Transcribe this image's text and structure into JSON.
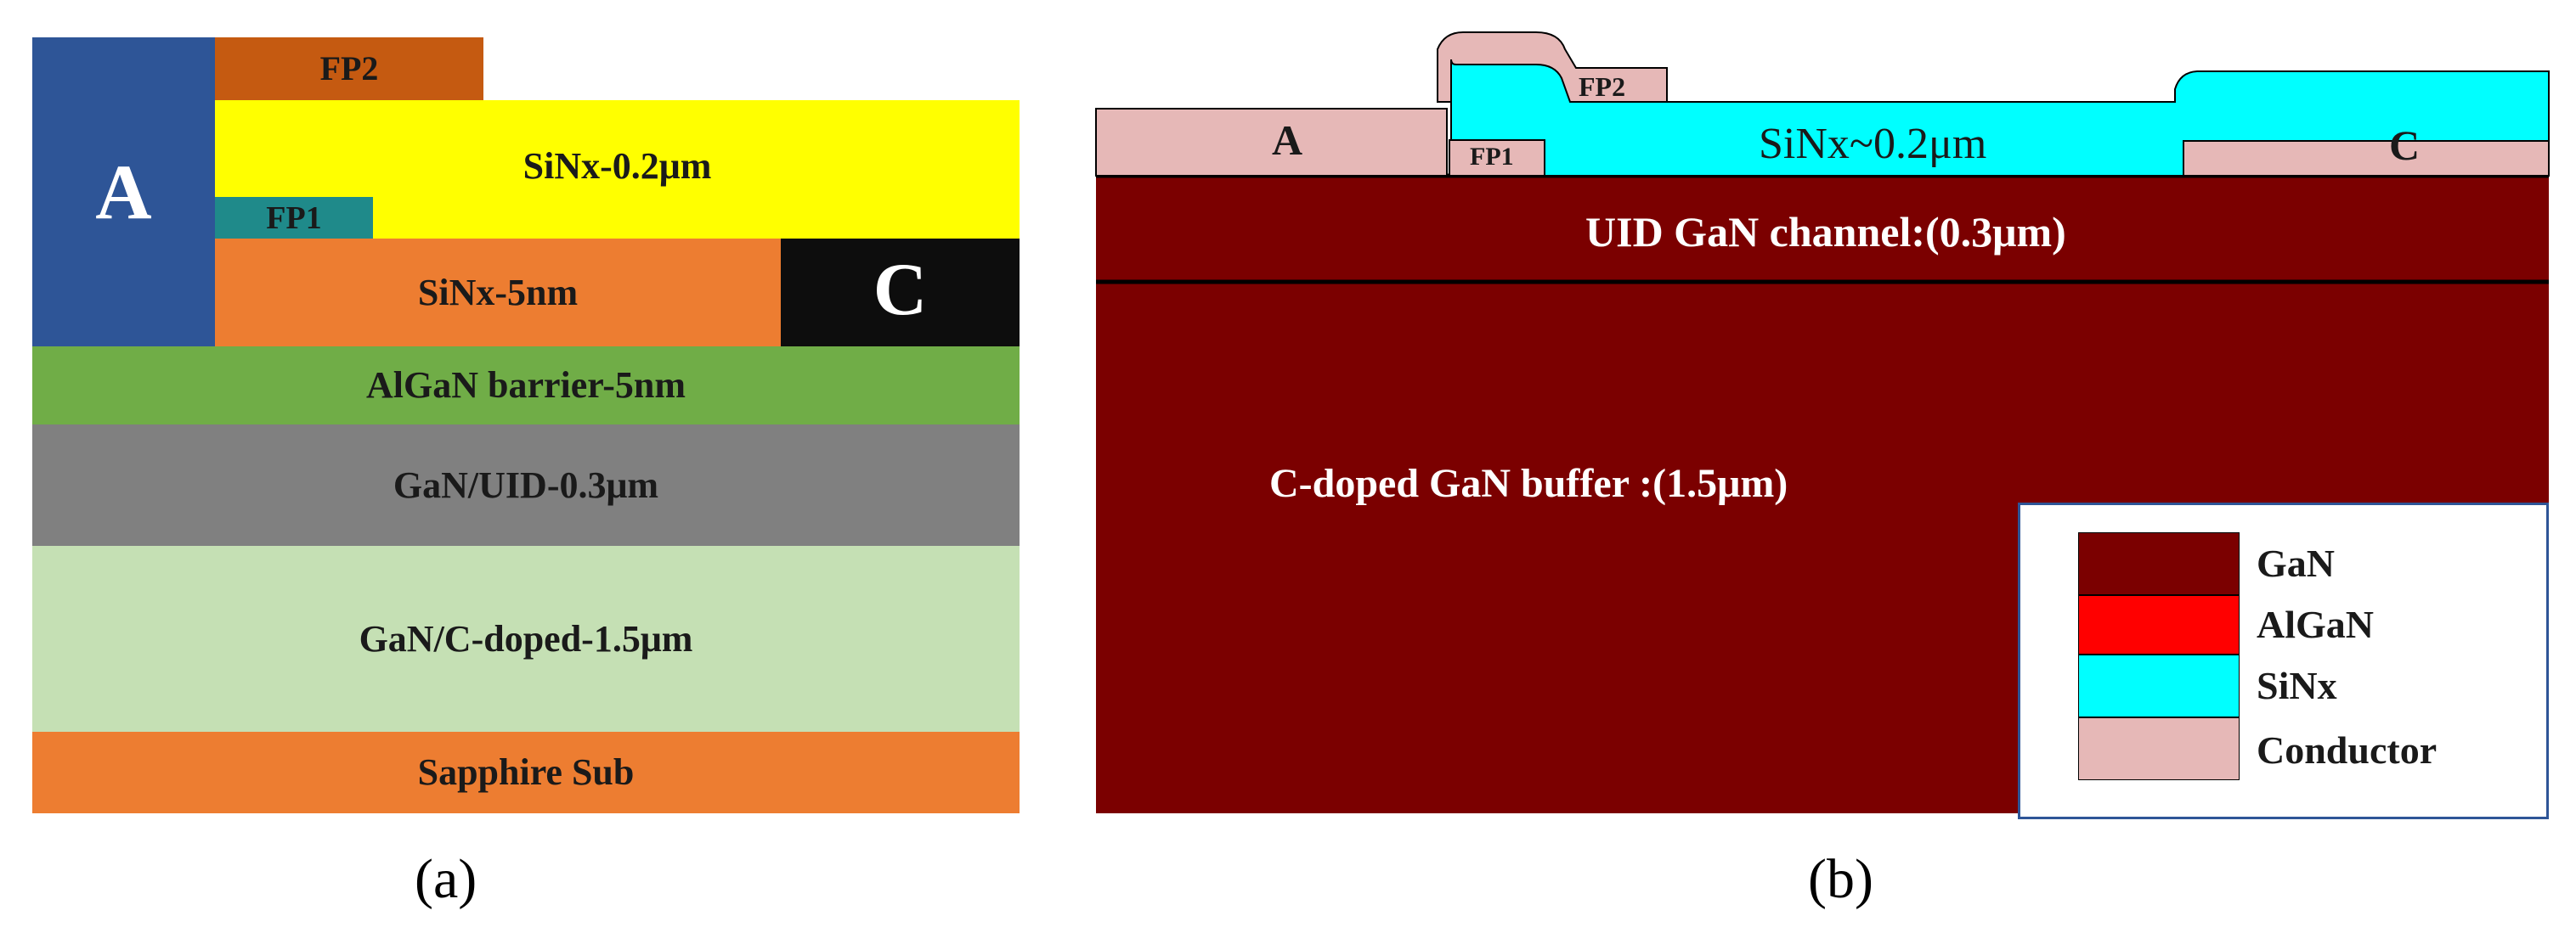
{
  "panel_a": {
    "caption": "(a)",
    "fp2": "FP2",
    "sinx_thick": "SiNx-0.2μm",
    "fp1": "FP1",
    "anode": "A",
    "sinx_thin": "SiNx-5nm",
    "cathode": "C",
    "algan": "AlGaN barrier-5nm",
    "uid": "GaN/UID-0.3μm",
    "cdoped": "GaN/C-doped-1.5μm",
    "substrate": "Sapphire Sub",
    "colors": {
      "anode": "#2E5597",
      "fp2": "#C55A11",
      "sinx_thick": "#FFFF00",
      "fp1": "#1F8A8A",
      "sinx_thin": "#ED7D31",
      "cathode": "#0D0D0D",
      "algan": "#70AD47",
      "uid": "#808080",
      "cdoped": "#C5E0B4",
      "substrate": "#ED7D31"
    }
  },
  "panel_b": {
    "caption": "(b)",
    "anode": "A",
    "fp1": "FP1",
    "fp2": "FP2",
    "sinx": "SiNx~0.2μm",
    "cathode": "C",
    "uid_channel": "UID GaN channel:(0.3μm)",
    "buffer": "C-doped GaN buffer :(1.5μm)",
    "legend": [
      {
        "label": "GaN",
        "color": "#7B0000"
      },
      {
        "label": "AlGaN",
        "color": "#FF0000"
      },
      {
        "label": "SiNx",
        "color": "#00FFFF"
      },
      {
        "label": "Conductor",
        "color": "#E6B8B7"
      }
    ]
  }
}
